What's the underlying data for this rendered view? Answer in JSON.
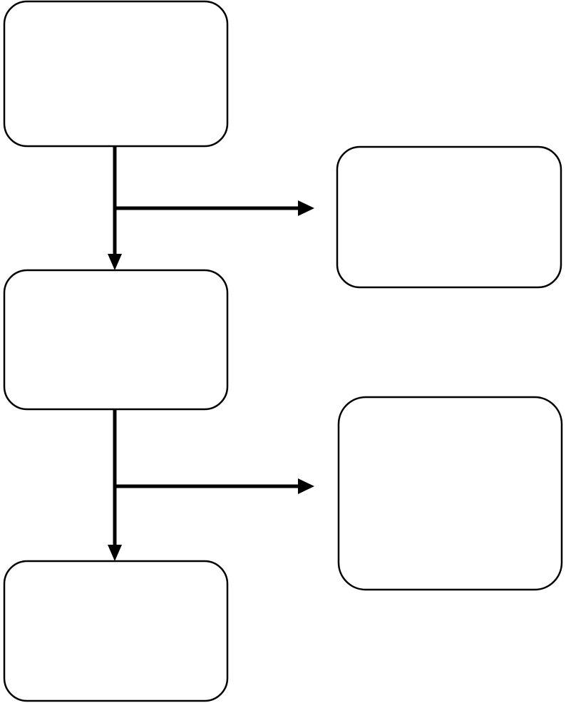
{
  "diagram": {
    "type": "flowchart",
    "line_color": "#000000",
    "box_fill": "#ffffff",
    "boxes": [
      {
        "id": "box-1",
        "text": ""
      },
      {
        "id": "box-2",
        "text": ""
      },
      {
        "id": "box-3",
        "text": ""
      },
      {
        "id": "box-4",
        "text": ""
      },
      {
        "id": "box-5",
        "text": ""
      }
    ],
    "connections": [
      {
        "from": "box-1",
        "to": "box-2"
      },
      {
        "from": "box-1",
        "to": "box-4"
      },
      {
        "from": "box-2",
        "to": "box-3"
      },
      {
        "from": "box-2",
        "to": "box-5"
      }
    ]
  }
}
